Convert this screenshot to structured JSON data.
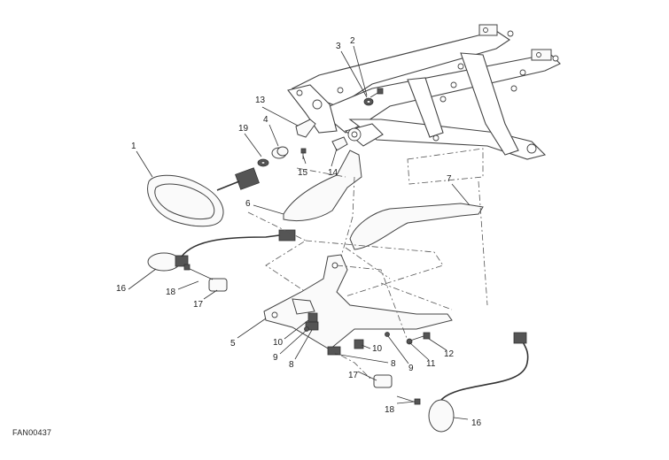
{
  "diagram": {
    "figure_code": "FAN00437",
    "callouts": {
      "c1": "1",
      "c2": "2",
      "c3": "3",
      "c4": "4",
      "c5": "5",
      "c6": "6",
      "c7": "7",
      "c8a": "8",
      "c8b": "8",
      "c9a": "9",
      "c9b": "9",
      "c10a": "10",
      "c10b": "10",
      "c11": "11",
      "c12": "12",
      "c13": "13",
      "c14": "14",
      "c15": "15",
      "c16a": "16",
      "c16b": "16",
      "c17a": "17",
      "c17b": "17",
      "c18a": "18",
      "c18b": "18",
      "c19": "19"
    }
  }
}
